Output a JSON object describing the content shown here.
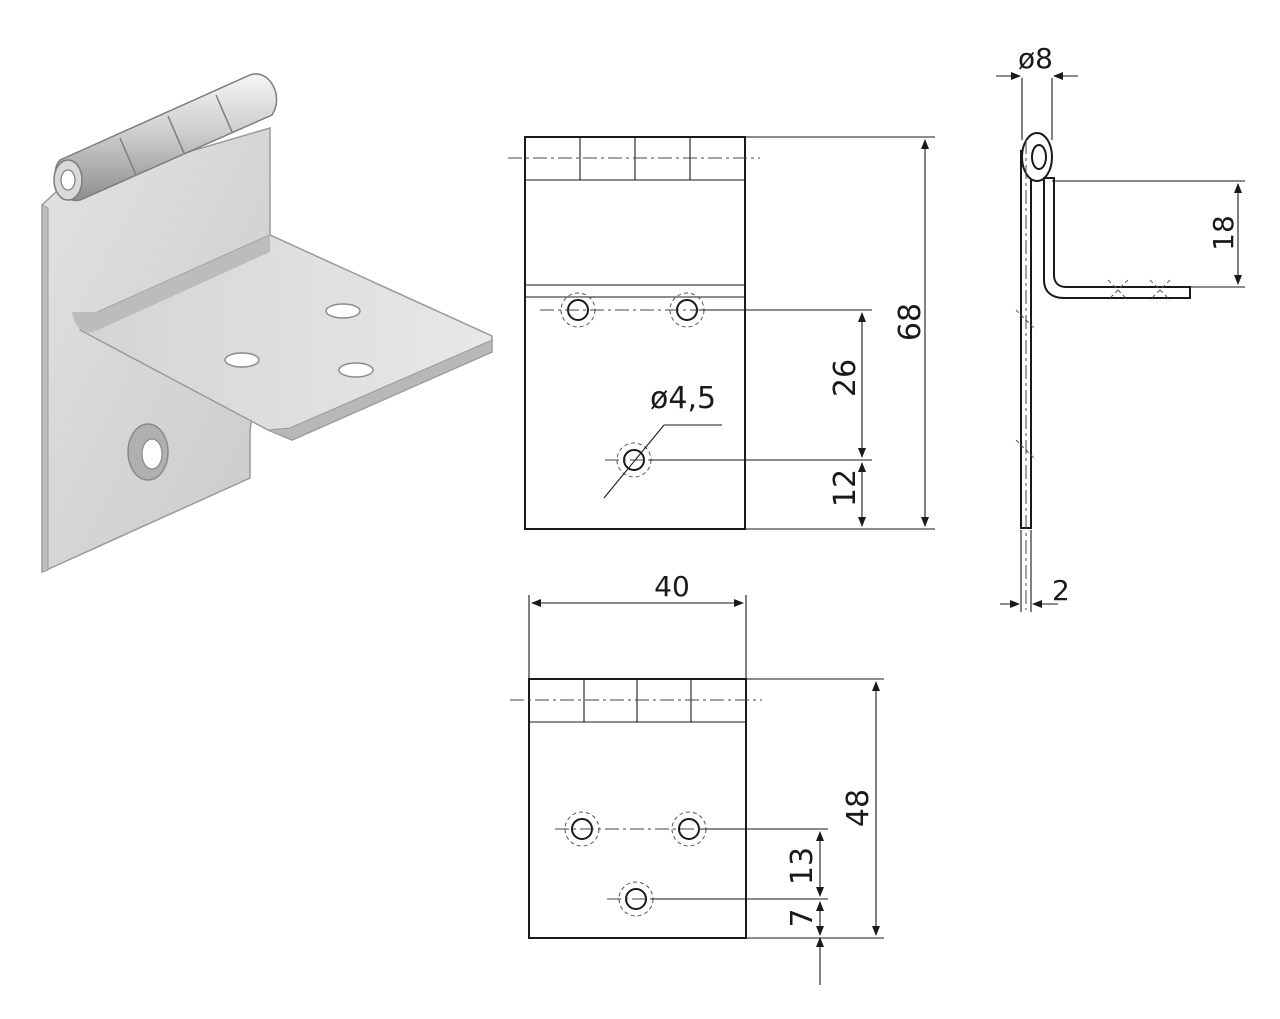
{
  "dimensions": {
    "pin_diameter": "ø8",
    "leaf_offset": "18",
    "total_height": "68",
    "hole_spacing_vertical": "26",
    "hole_diameter": "ø4,5",
    "hole_edge_offset": "12",
    "material_thickness": "2",
    "width": "40",
    "flange_length": "48",
    "flange_hole_spacing": "13",
    "flange_hole_edge": "7"
  },
  "colors": {
    "metal_light": "#e6e6e6",
    "metal_mid": "#cfcfcf",
    "metal_dark": "#a9a9a9",
    "line": "#1a1a1a"
  }
}
